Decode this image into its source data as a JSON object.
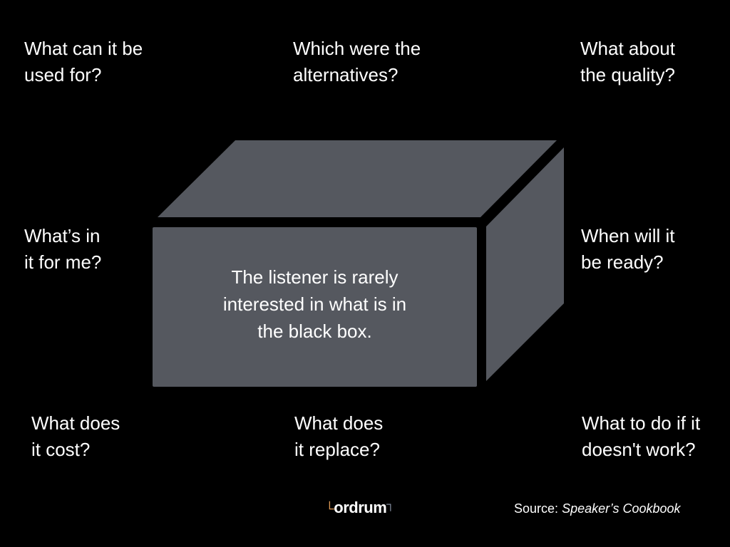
{
  "questions": {
    "top_left": [
      "What can it be",
      "used for?"
    ],
    "top_center": [
      "Which were the",
      "alternatives?"
    ],
    "top_right": [
      "What about",
      "the quality?"
    ],
    "middle_left": [
      "What’s in",
      "it for me?"
    ],
    "middle_right": [
      "When will it",
      "be ready?"
    ],
    "bottom_left": [
      "What does",
      "it cost?"
    ],
    "bottom_center": [
      "What does",
      "it replace?"
    ],
    "bottom_right": [
      "What to do if it",
      "doesn't work?"
    ]
  },
  "box": {
    "text": [
      "The listener is rarely",
      "interested in what is in",
      "the black box."
    ],
    "color": "#55585f"
  },
  "footer": {
    "logo": "ordrum",
    "source_label": "Source:",
    "source_title": "Speaker’s Cookbook"
  }
}
